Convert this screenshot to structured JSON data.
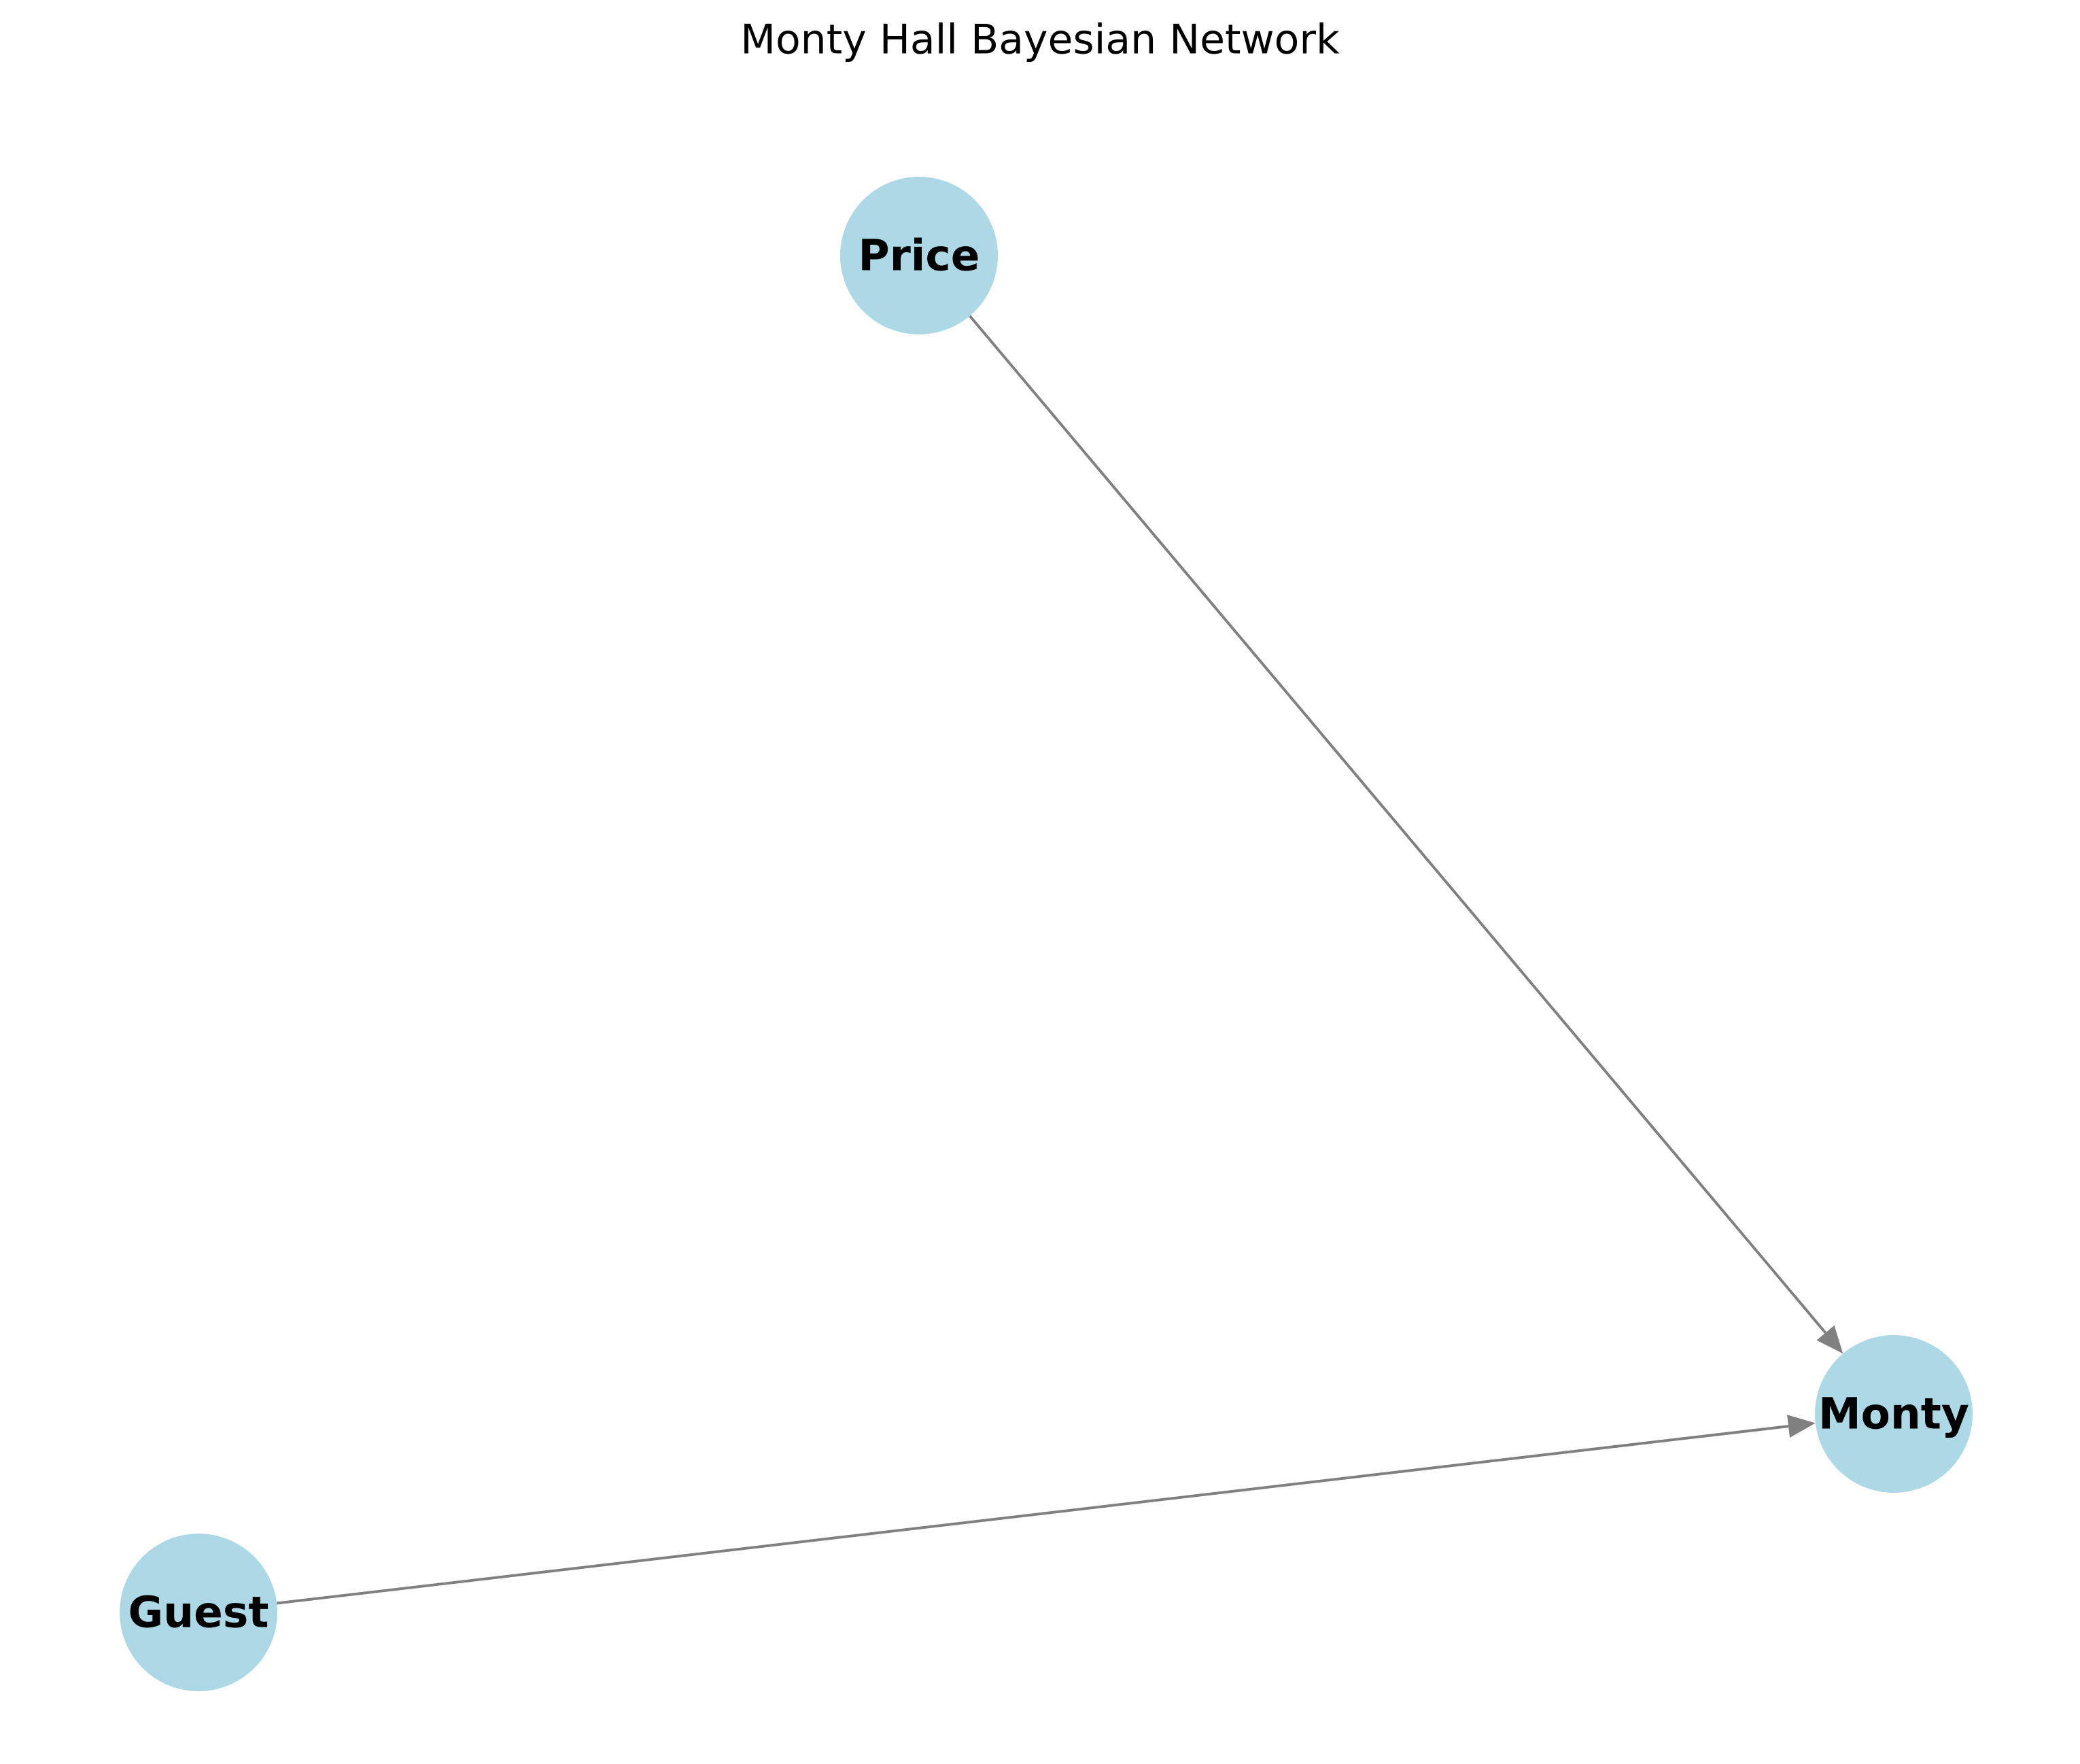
{
  "title": "Monty Hall Bayesian Network",
  "colors": {
    "node_fill": "#add8e6",
    "edge": "#808080",
    "text": "#000000",
    "background": "#ffffff"
  },
  "nodes": [
    {
      "id": "price",
      "label": "Price"
    },
    {
      "id": "monty",
      "label": "Monty"
    },
    {
      "id": "guest",
      "label": "Guest"
    }
  ],
  "edges": [
    {
      "from": "price",
      "to": "monty"
    },
    {
      "from": "guest",
      "to": "monty"
    }
  ]
}
